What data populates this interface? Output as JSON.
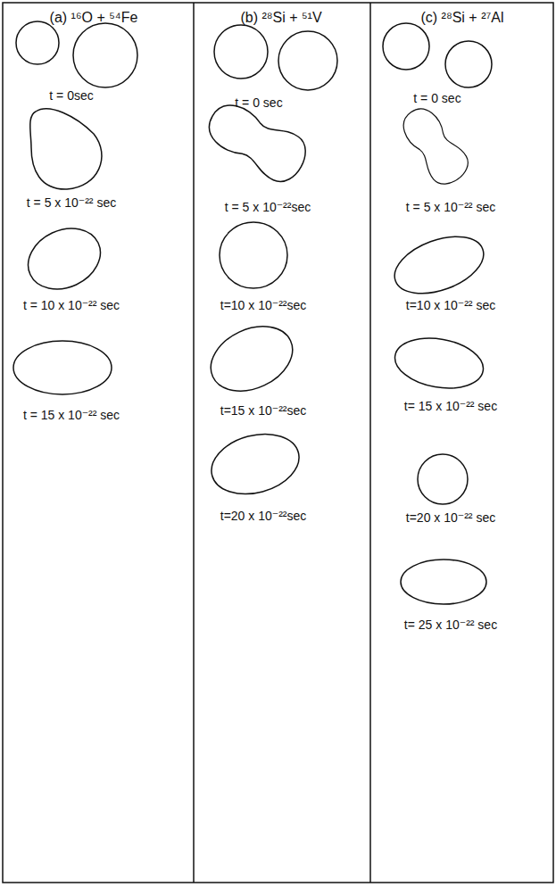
{
  "diagram": {
    "labels": [
      "(a) ¹⁶O + ⁵⁴Fe",
      "t = 0sec",
      "t = 5 x 10⁻²² sec",
      "t = 10 x 10⁻²² sec",
      "t = 15 x 10⁻²² sec",
      "(b) ²⁸Si + ⁵¹V",
      "t = 0 sec",
      "t = 5 x 10⁻²²sec",
      "t=10 x 10⁻²²sec",
      "t=15 x 10⁻²²sec",
      "t=20 x 10⁻²²sec",
      "(c) ²⁸Si + ²⁷Al",
      "t = 0 sec",
      "t = 5 x 10⁻²² sec",
      "t=10 x 10⁻²² sec",
      "t= 15 x 10⁻²² sec",
      "t=20 x 10⁻²² sec",
      "t= 25 x 10⁻²² sec"
    ]
  }
}
